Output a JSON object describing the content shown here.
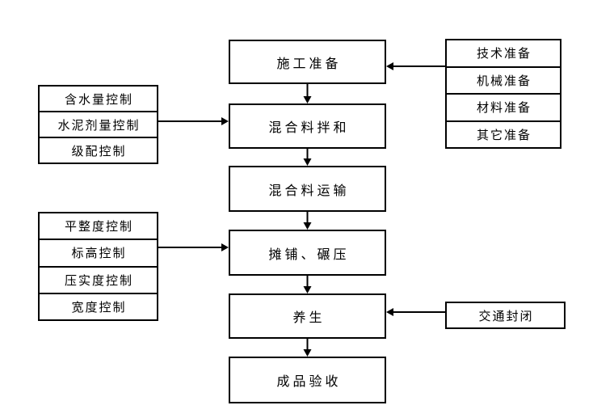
{
  "flow": {
    "steps": [
      "施工准备",
      "混合料拌和",
      "混合料运输",
      "摊铺、碾压",
      "养生",
      "成品验收"
    ]
  },
  "prep_group": [
    "技术准备",
    "机械准备",
    "材料准备",
    "其它准备"
  ],
  "mixing_controls": [
    "含水量控制",
    "水泥剂量控制",
    "级配控制"
  ],
  "paving_controls": [
    "平整度控制",
    "标高控制",
    "压实度控制",
    "宽度控制"
  ],
  "traffic_closure": "交通封闭",
  "edges": [
    {
      "from": "prep_group",
      "to": "施工准备"
    },
    {
      "from": "施工准备",
      "to": "混合料拌和"
    },
    {
      "from": "mixing_controls",
      "to": "混合料拌和"
    },
    {
      "from": "混合料拌和",
      "to": "混合料运输"
    },
    {
      "from": "混合料运输",
      "to": "摊铺、碾压"
    },
    {
      "from": "paving_controls",
      "to": "摊铺、碾压"
    },
    {
      "from": "摊铺、碾压",
      "to": "养生"
    },
    {
      "from": "交通封闭",
      "to": "养生"
    },
    {
      "from": "养生",
      "to": "成品验收"
    }
  ],
  "colors": {
    "line": "#000000",
    "text": "#000000",
    "background": "#ffffff"
  }
}
